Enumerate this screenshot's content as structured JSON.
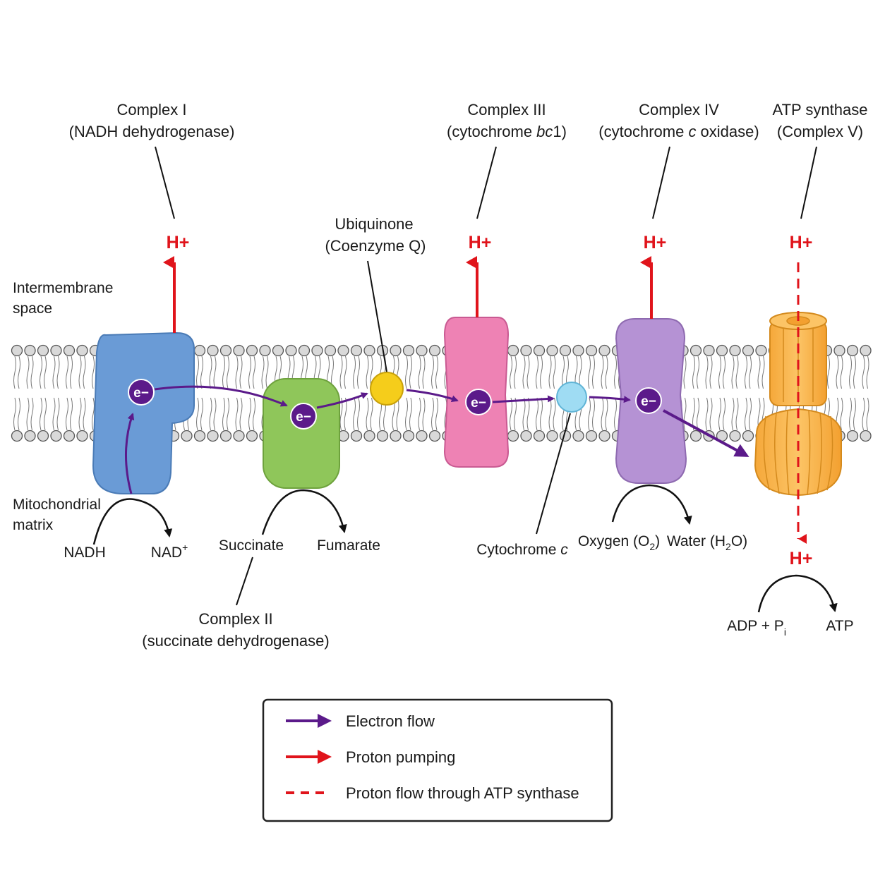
{
  "regions": {
    "intermembrane_line1": "Intermembrane",
    "intermembrane_line2": "space",
    "matrix_line1": "Mitochondrial",
    "matrix_line2": "matrix"
  },
  "complexes": {
    "c1": {
      "name": "Complex I",
      "subname": "(NADH dehydrogenase)",
      "color": "#6a9bd6"
    },
    "c2": {
      "name": "Complex II",
      "subname": "(succinate dehydrogenase)",
      "color": "#8fc65a"
    },
    "c3": {
      "name": "Complex III",
      "subname_prefix": "(cytochrome ",
      "subname_italic": "bc",
      "subname_suffix": "1)",
      "color": "#ee82b4"
    },
    "c4": {
      "name": "Complex IV",
      "subname_prefix": "(cytochrome ",
      "subname_italic": "c",
      "subname_suffix": " oxidase)",
      "color": "#b592d4"
    },
    "c5": {
      "name": "ATP synthase",
      "subname": "(Complex V)",
      "color": "#f7b34a"
    }
  },
  "carriers": {
    "ubiquinone": {
      "name": "Ubiquinone",
      "subname": "(Coenzyme Q)",
      "color": "#f5cd1b"
    },
    "cytc": {
      "name_prefix": "Cytochrome ",
      "name_italic": "c",
      "color": "#9fdcf3"
    }
  },
  "proton": "H+",
  "electron": "e−",
  "reactions": {
    "nadh": "NADH",
    "nad_base": "NAD",
    "nad_sup": "+",
    "succinate": "Succinate",
    "fumarate": "Fumarate",
    "oxygen_prefix": "Oxygen (O",
    "oxygen_sub": "2",
    "oxygen_suffix": ")",
    "water_prefix": "Water (H",
    "water_sub": "2",
    "water_suffix": "O)",
    "adp_prefix": "ADP + P",
    "adp_sub": "i",
    "atp": "ATP"
  },
  "legend": {
    "items": [
      {
        "label": "Electron flow",
        "color": "#5b1a8a"
      },
      {
        "label": "Proton pumping",
        "color": "#e0141b"
      },
      {
        "label": "Proton flow through ATP synthase",
        "color": "#e0141b"
      }
    ]
  }
}
